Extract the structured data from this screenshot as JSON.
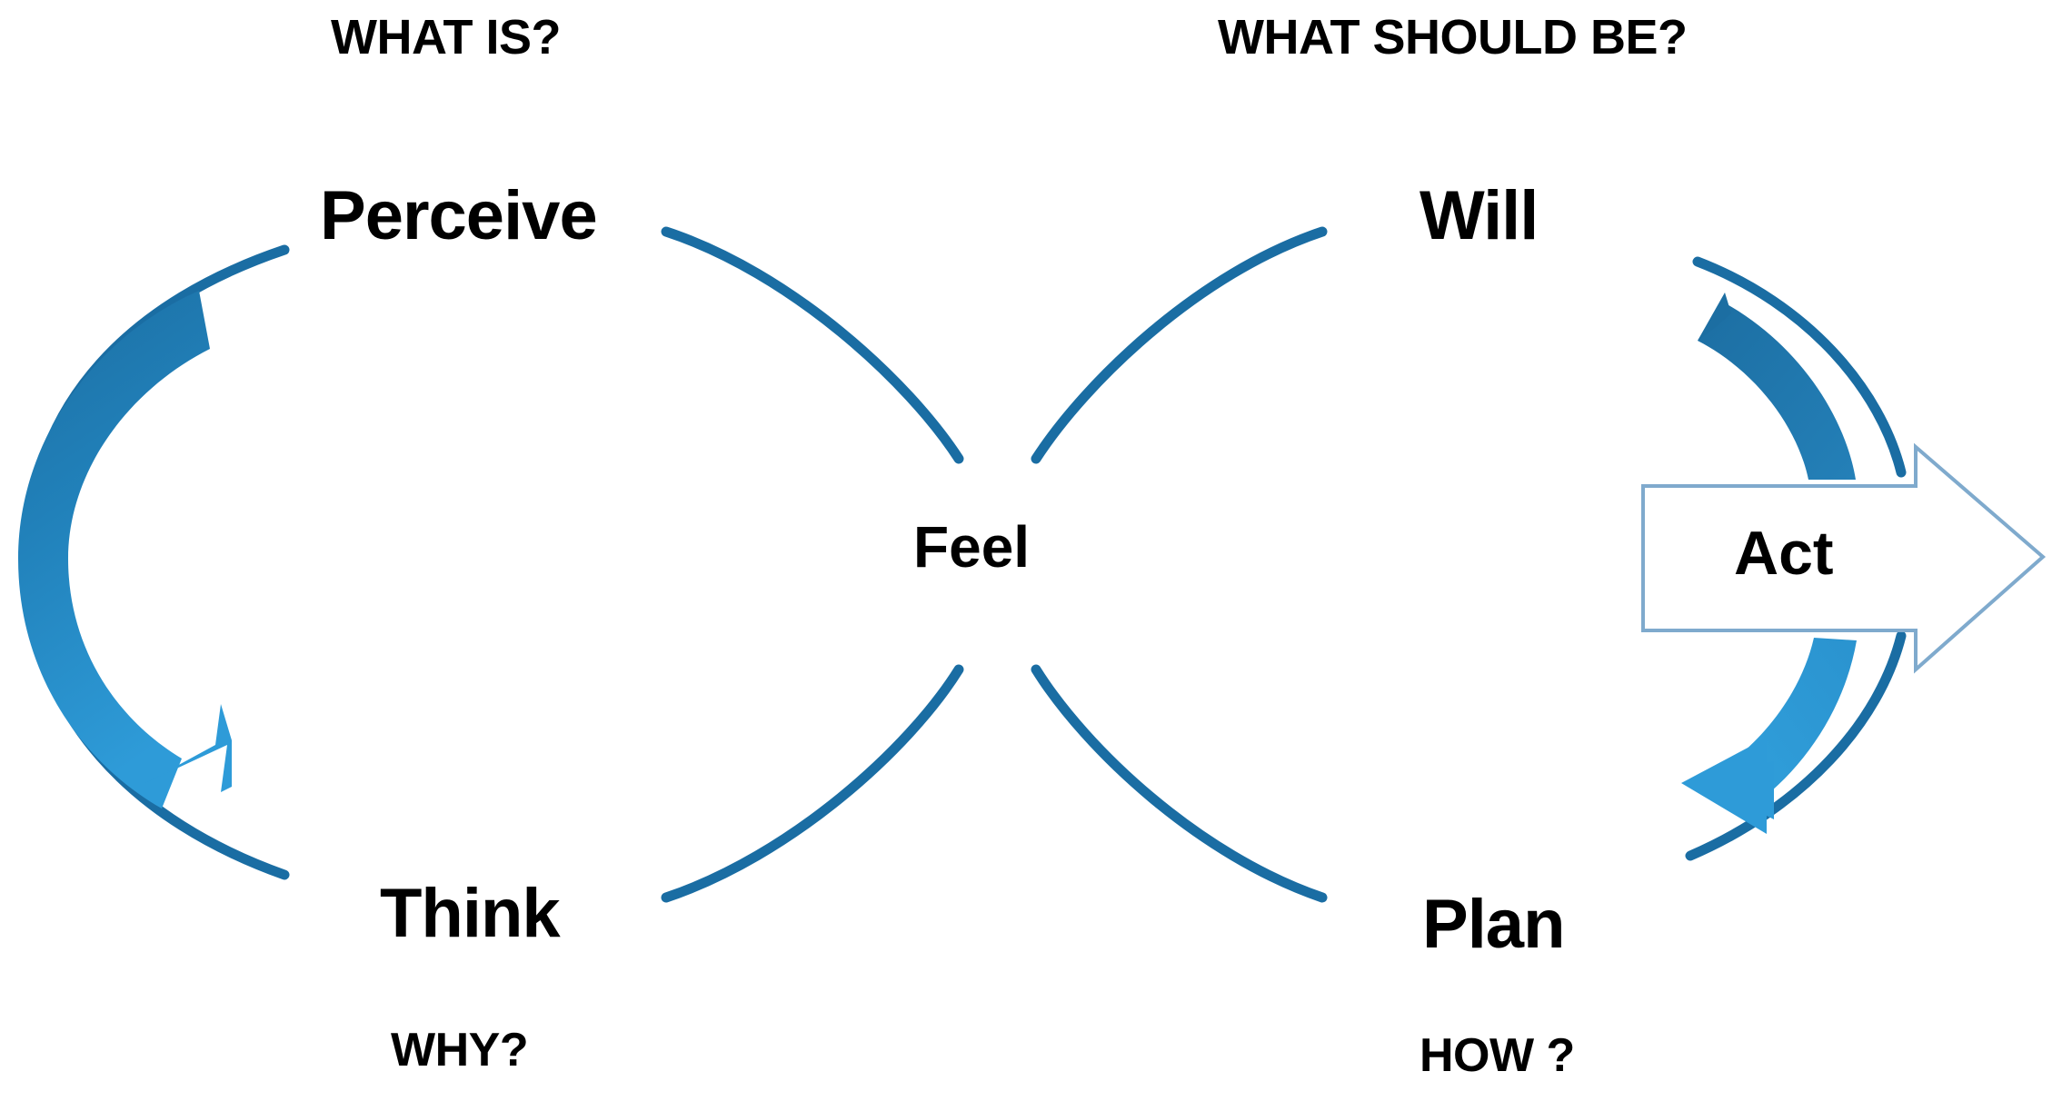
{
  "diagram": {
    "title_left": "WHAT IS?",
    "title_right": "WHAT SHOULD BE?",
    "center_label": "Feel",
    "nodes": {
      "perceive": "Perceive",
      "think": "Think",
      "will": "Will",
      "plan": "Plan",
      "act": "Act"
    },
    "questions": {
      "why": "WHY?",
      "how": "HOW ?"
    },
    "colors": {
      "arc_dark_blue": "#1A6DA3",
      "arrow_light_blue": "#2E9BD8",
      "arrow_mid_blue": "#2583BC",
      "act_outline": "#7FAACD",
      "act_fill": "#FFFFFF",
      "text": "#000000",
      "background": "#FFFFFF"
    },
    "icons": {
      "left_cycle": "curved-arrow-clockwise-icon",
      "right_cycle_top": "curved-arrow-clockwise-icon",
      "right_cycle_bottom": "curved-arrow-counterclockwise-icon",
      "act_block_arrow": "block-arrow-right-icon"
    }
  }
}
